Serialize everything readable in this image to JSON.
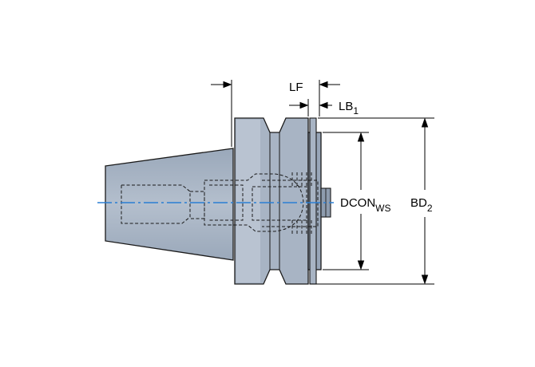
{
  "diagram": {
    "labels": {
      "lf": "LF",
      "lb_main": "LB",
      "lb_sub": "1",
      "dcon_main": "DCON",
      "dcon_sub": "WS",
      "bd_main": "BD",
      "bd_sub": "2"
    },
    "colors": {
      "body_fill": "#a8b4c4",
      "body_dark": "#8e9cae",
      "body_light": "#c3ccd8",
      "outline": "#1a1a1a",
      "centerline": "#2a7fd4",
      "hidden_line": "#1a1a1a",
      "dimension_line": "#000000"
    }
  }
}
